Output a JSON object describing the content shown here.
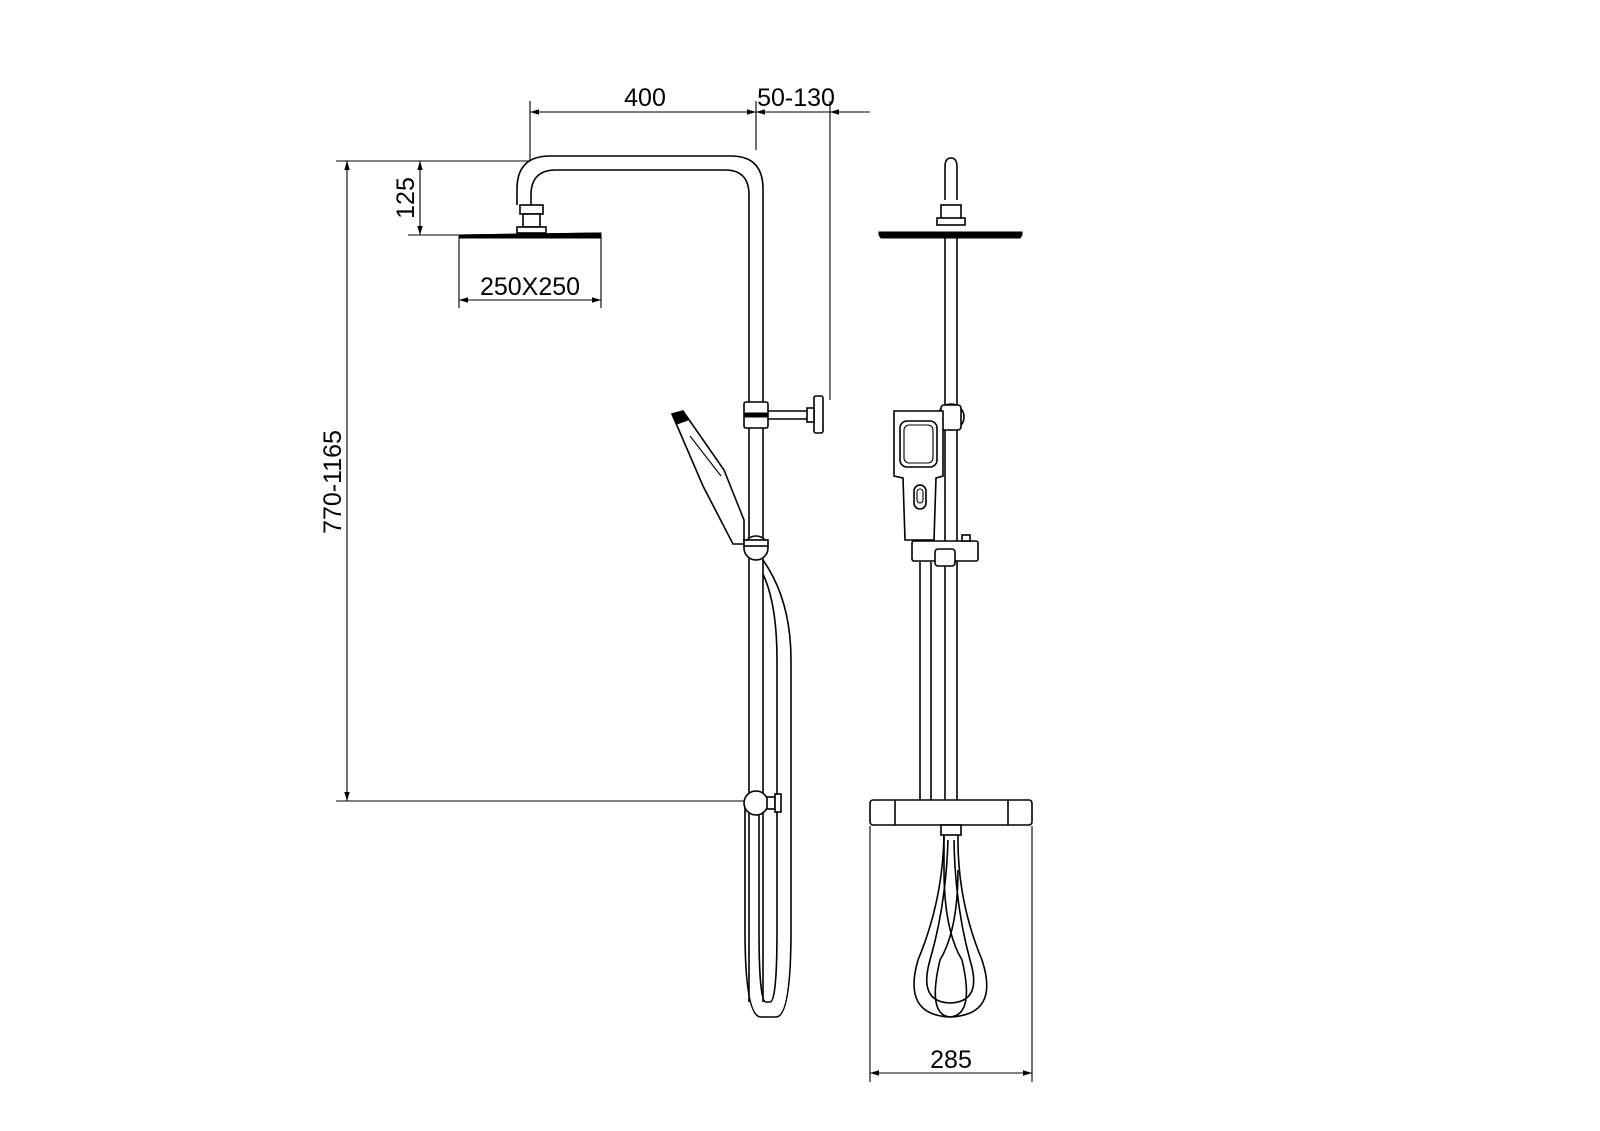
{
  "dimensions": {
    "arm_length": "400",
    "wall_offset": "50-130",
    "head_drop": "125",
    "head_size": "250X250",
    "height_range": "770-1165",
    "mixer_width": "285"
  },
  "colors": {
    "line": "#000000",
    "background": "#ffffff"
  }
}
